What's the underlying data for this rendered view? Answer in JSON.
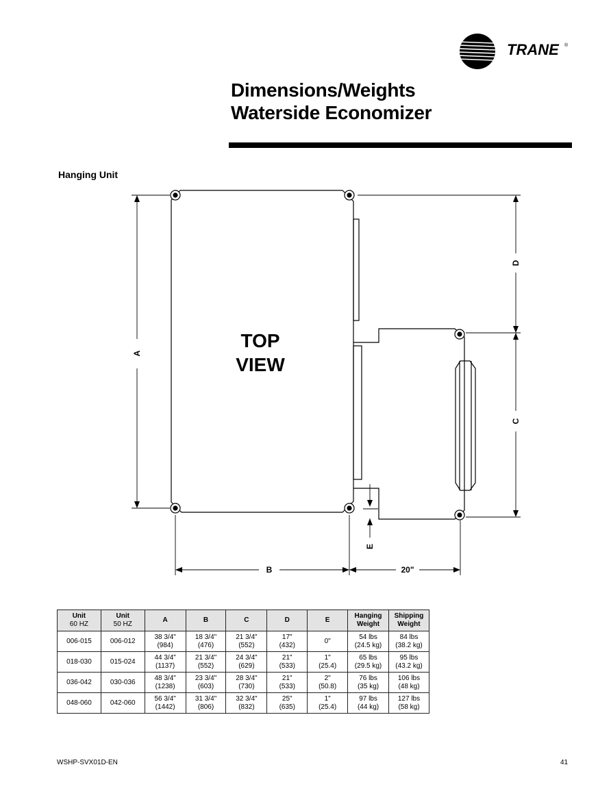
{
  "header": {
    "brand": "TRANE",
    "registered_mark": "®",
    "title_line1": "Dimensions/Weights",
    "title_line2": "Waterside Economizer"
  },
  "section": {
    "subtitle": "Hanging Unit"
  },
  "drawing": {
    "view_label_line1": "TOP",
    "view_label_line2": "VIEW",
    "dim_a": "A",
    "dim_b": "B",
    "dim_c": "C",
    "dim_d": "D",
    "dim_e": "E",
    "dim_20": "20\""
  },
  "table": {
    "headers": [
      {
        "line1": "Unit",
        "line2": "60 HZ"
      },
      {
        "line1": "Unit",
        "line2": "50 HZ"
      },
      {
        "line1": "A",
        "line2": ""
      },
      {
        "line1": "B",
        "line2": ""
      },
      {
        "line1": "C",
        "line2": ""
      },
      {
        "line1": "D",
        "line2": ""
      },
      {
        "line1": "E",
        "line2": ""
      },
      {
        "line1": "Hanging",
        "line2": "Weight"
      },
      {
        "line1": "Shipping",
        "line2": "Weight"
      }
    ],
    "rows": [
      [
        [
          "006-015",
          ""
        ],
        [
          "006-012",
          ""
        ],
        [
          "38 3/4\"",
          "(984)"
        ],
        [
          "18 3/4\"",
          "(476)"
        ],
        [
          "21 3/4\"",
          "(552)"
        ],
        [
          "17\"",
          "(432)"
        ],
        [
          "0\"",
          ""
        ],
        [
          "54 lbs",
          "(24.5 kg)"
        ],
        [
          "84 lbs",
          "(38.2 kg)"
        ]
      ],
      [
        [
          "018-030",
          ""
        ],
        [
          "015-024",
          ""
        ],
        [
          "44 3/4\"",
          "(1137)"
        ],
        [
          "21 3/4\"",
          "(552)"
        ],
        [
          "24 3/4\"",
          "(629)"
        ],
        [
          "21\"",
          "(533)"
        ],
        [
          "1\"",
          "(25.4)"
        ],
        [
          "65 lbs",
          "(29.5 kg)"
        ],
        [
          "95 lbs",
          "(43.2 kg)"
        ]
      ],
      [
        [
          "036-042",
          ""
        ],
        [
          "030-036",
          ""
        ],
        [
          "48 3/4\"",
          "(1238)"
        ],
        [
          "23 3/4\"",
          "(603)"
        ],
        [
          "28 3/4\"",
          "(730)"
        ],
        [
          "21\"",
          "(533)"
        ],
        [
          "2\"",
          "(50.8)"
        ],
        [
          "76 lbs",
          "(35 kg)"
        ],
        [
          "106 lbs",
          "(48 kg)"
        ]
      ],
      [
        [
          "048-060",
          ""
        ],
        [
          "042-060",
          ""
        ],
        [
          "56 3/4\"",
          "(1442)"
        ],
        [
          "31 3/4\"",
          "(806)"
        ],
        [
          "32 3/4\"",
          "(832)"
        ],
        [
          "25\"",
          "(635)"
        ],
        [
          "1\"",
          "(25.4)"
        ],
        [
          "97 lbs",
          "(44 kg)"
        ],
        [
          "127 lbs",
          "(58 kg)"
        ]
      ]
    ]
  },
  "footer": {
    "doc_id": "WSHP-SVX01D-EN",
    "page_number": "41"
  }
}
